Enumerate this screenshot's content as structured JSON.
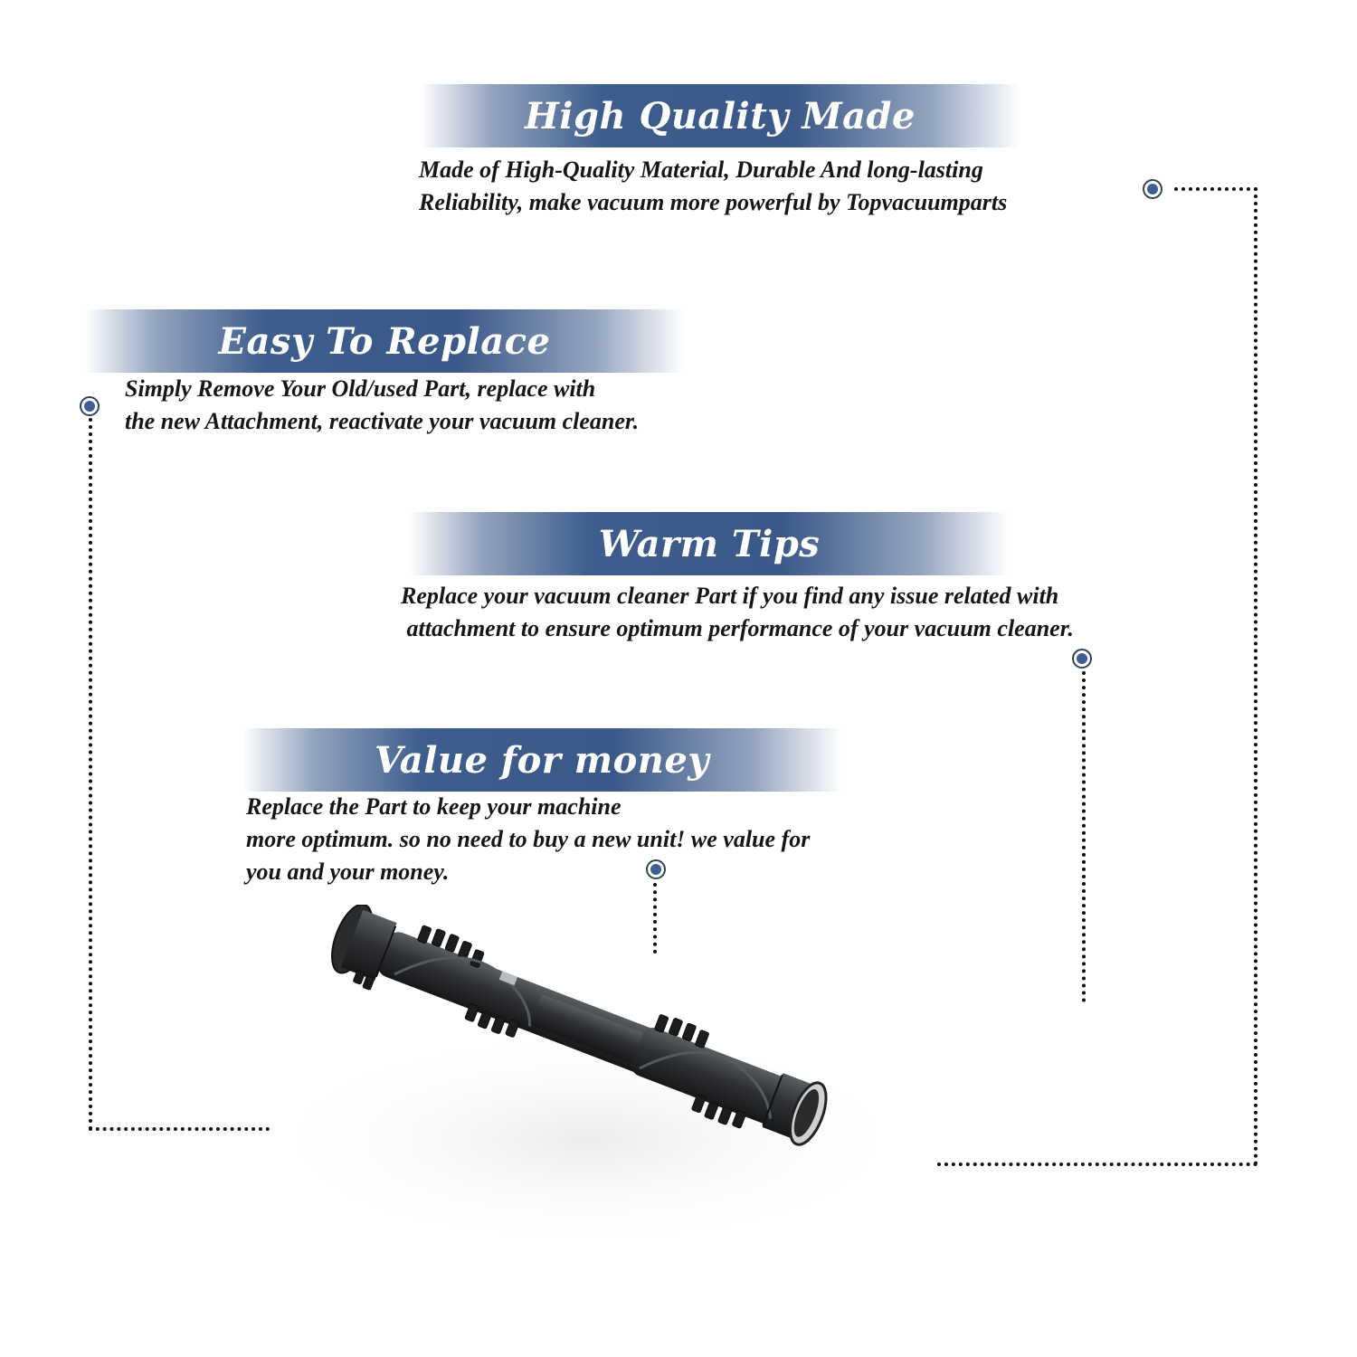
{
  "sections": [
    {
      "id": "high-quality",
      "title": "High Quality Made",
      "lines": [
        "Made of  High-Quality Material, Durable And long-lasting",
        "Reliability, make vacuum more powerful by Topvacuumparts"
      ]
    },
    {
      "id": "easy-replace",
      "title": "Easy To Replace",
      "lines": [
        "Simply Remove Your Old/used Part, replace with",
        "the new Attachment, reactivate your vacuum cleaner."
      ]
    },
    {
      "id": "warm-tips",
      "title": "Warm Tips",
      "lines": [
        "Replace your vacuum cleaner Part if you find any issue related with",
        " attachment to ensure optimum performance of your vacuum cleaner."
      ]
    },
    {
      "id": "value-money",
      "title": "Value for money",
      "lines": [
        "Replace the Part to keep your machine",
        "more optimum. so no need to buy a new unit! we value for",
        "you and your money."
      ]
    }
  ],
  "colors": {
    "banner": "#3a5888",
    "marker_fill": "#3e5f96",
    "dots": "#111111"
  },
  "product_image": {
    "icon": "vacuum-brush-roll-icon"
  }
}
